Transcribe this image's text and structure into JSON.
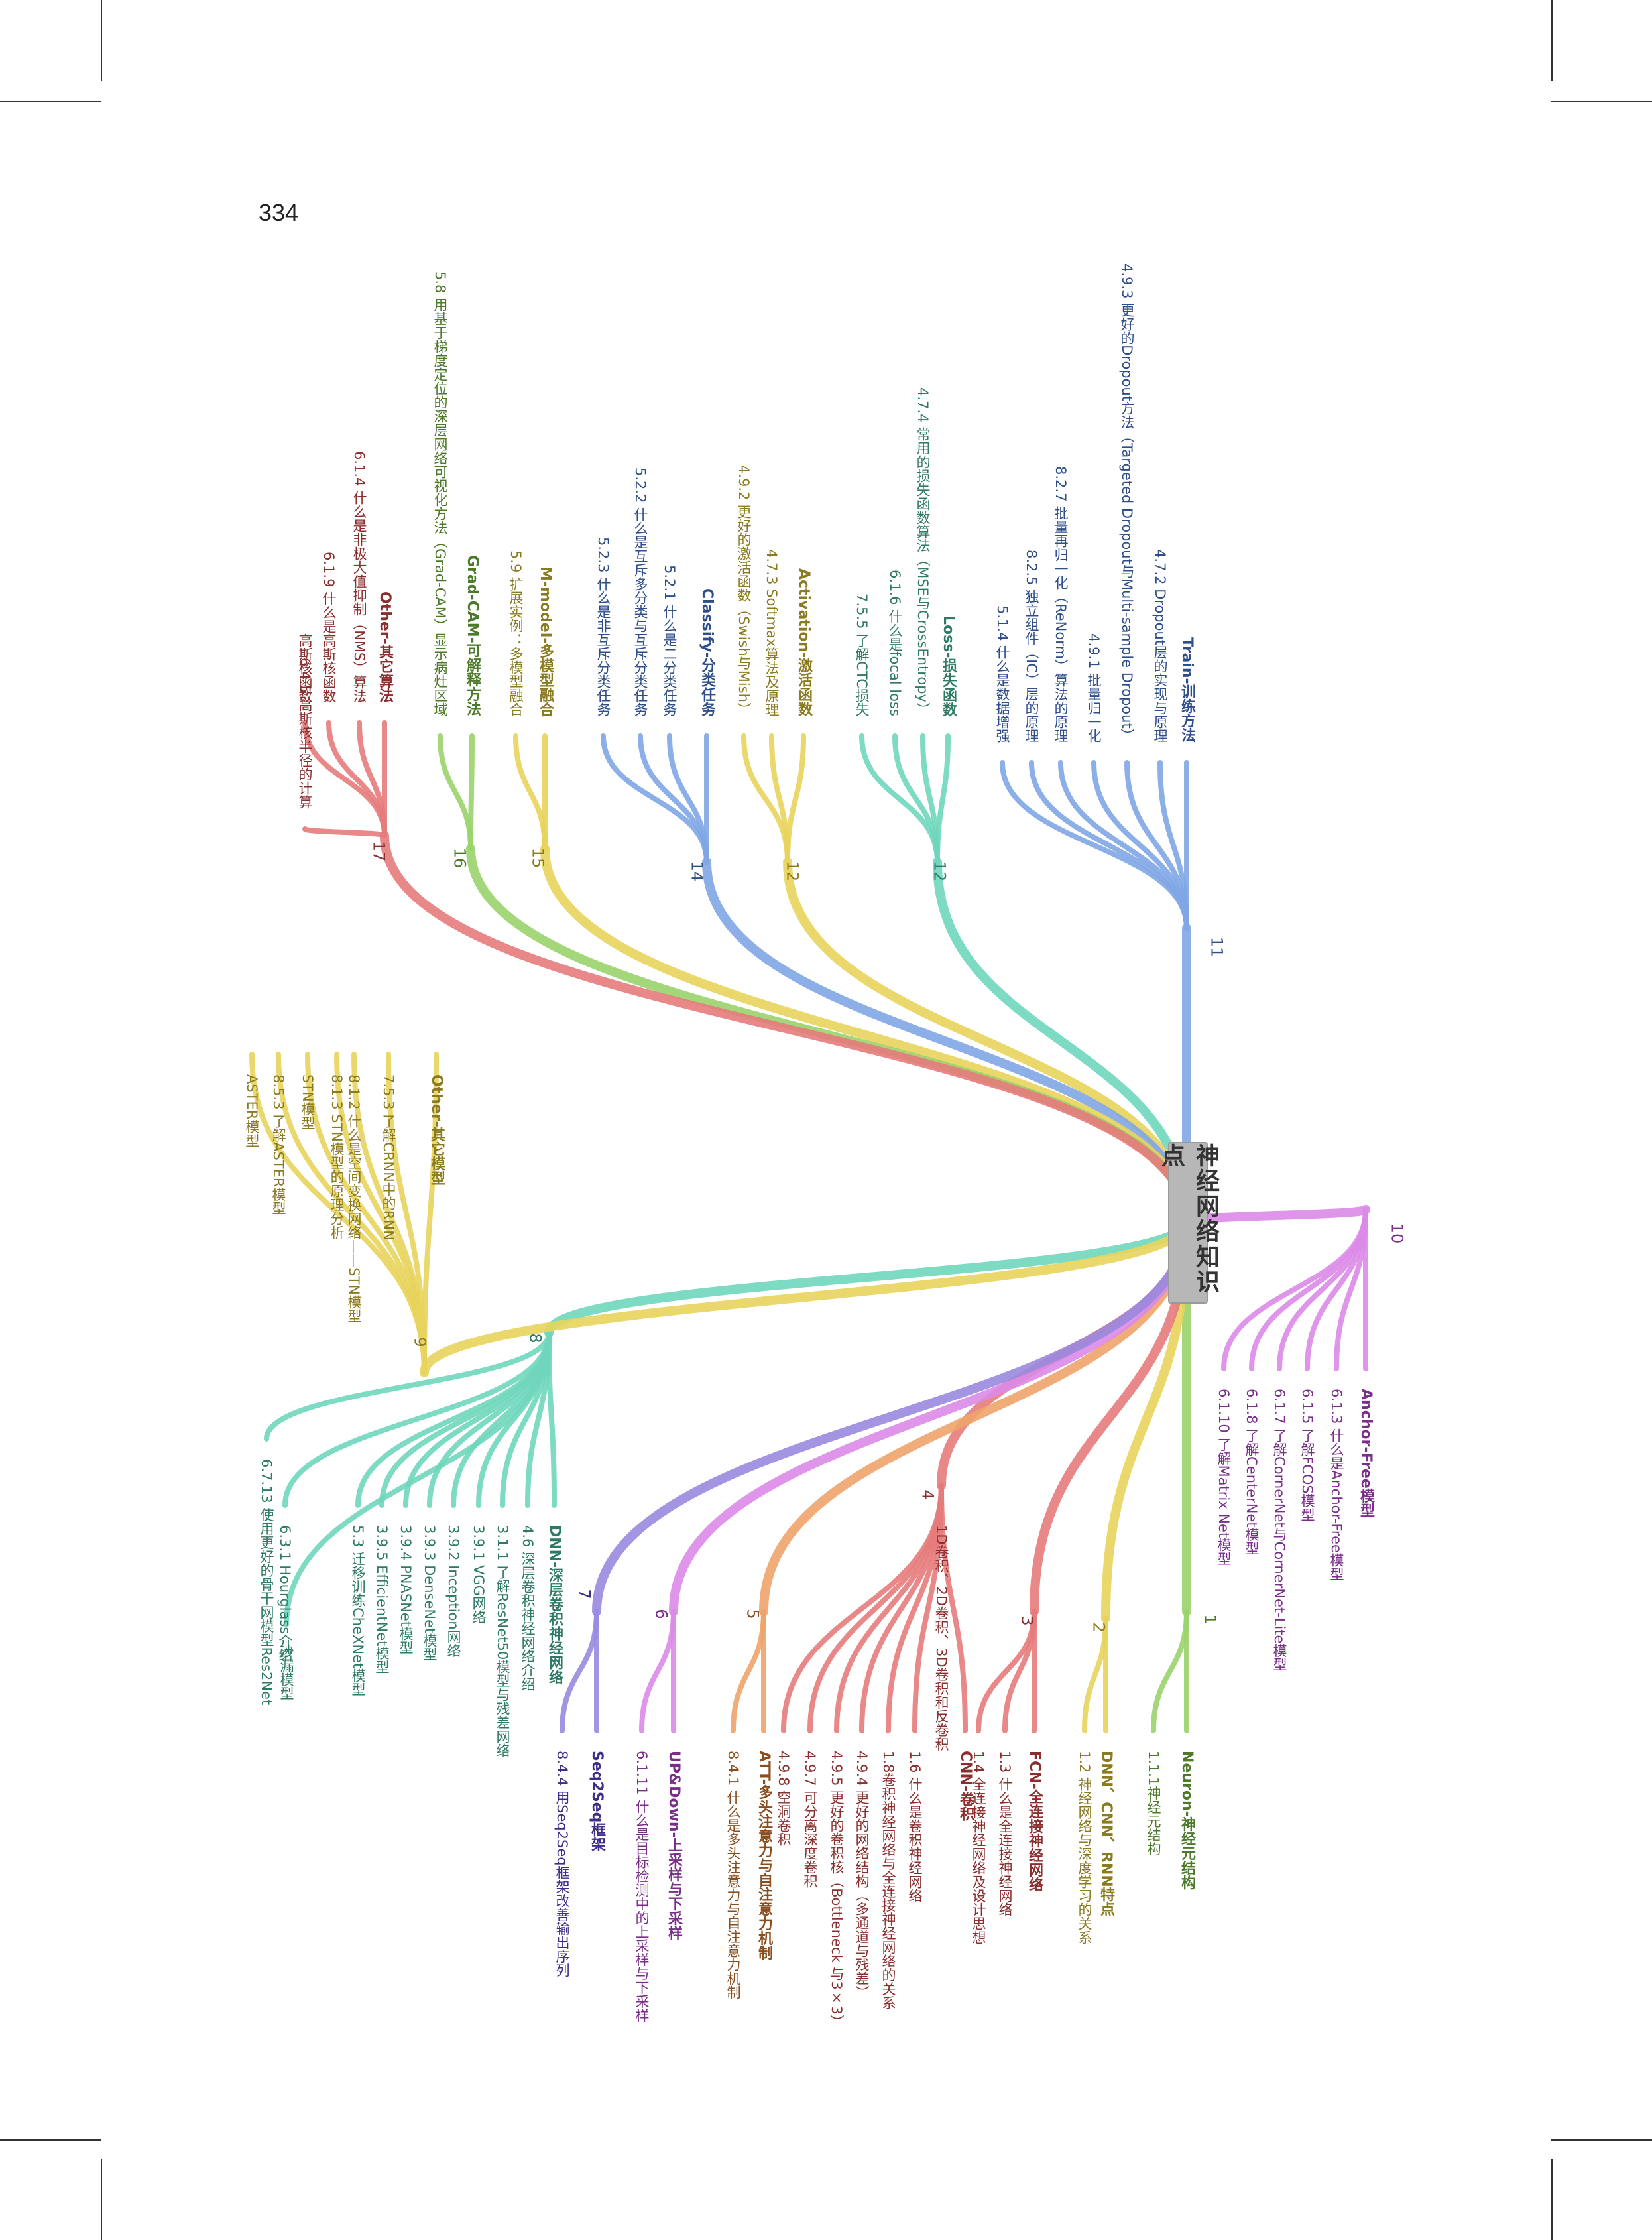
{
  "page_number": "334",
  "root": {
    "label": "神经网络知识点"
  },
  "branches": [
    {
      "id": "1",
      "number": "1",
      "color": "#9ad36a",
      "text_color": "#4d7a2a",
      "label": "Neuron-神经元结构",
      "items": [
        "1.1.1神经元结构"
      ]
    },
    {
      "id": "2",
      "number": "2",
      "color": "#e8d45c",
      "text_color": "#8a7a20",
      "label": "DNN、CNN、RNN特点",
      "items": [
        "1.2 神经网络与深度学习的关系"
      ]
    },
    {
      "id": "3",
      "number": "3",
      "color": "#e57b7b",
      "text_color": "#8a2e2e",
      "label": "FCN-全连接神经网络",
      "items": [
        "1.3 什么是全连接神经网络",
        "1.4 全连接神经网络及设计思想"
      ]
    },
    {
      "id": "4",
      "number": "4",
      "color": "#e57b7b",
      "text_color": "#8a2e2e",
      "label": "CNN-卷积",
      "items": [
        "1D卷积、2D卷积、3D卷积和反卷积",
        "1.6 什么是卷积神经网络",
        "1.8卷积神经网络与全连接神经网络的关系",
        "4.9.4 更好的网络结构（多通道与残差）",
        "4.9.5 更好的卷积核（Bottleneck 与3×3）",
        "4.9.7 可分离深度卷积",
        "4.9.8 空洞卷积"
      ]
    },
    {
      "id": "5",
      "number": "5",
      "color": "#eea36a",
      "text_color": "#8a4e1e",
      "label": "ATT-多头注意力与自注意力机制",
      "items": [
        "8.4.1 什么是多头注意力与自注意力机制"
      ]
    },
    {
      "id": "6",
      "number": "6",
      "color": "#dc8ae8",
      "text_color": "#7a2e8a",
      "label": "UP&Down-上采样与下采样",
      "items": [
        "6.1.11 什么是目标检测中的上采样与下采样"
      ]
    },
    {
      "id": "7",
      "number": "7",
      "color": "#9a8ae0",
      "text_color": "#3e2e8a",
      "label": "Seq2Seq框架",
      "items": [
        "8.4.4 用Seq2Seq框架改善输出序列"
      ]
    },
    {
      "id": "8",
      "number": "8",
      "color": "#6fd6bd",
      "text_color": "#2e7a66",
      "label": "DNN-深层卷积神经网络",
      "items": [
        "4.6 深层卷积神经网络介绍",
        "3.1.1 了解ResNet50模型与残差网络",
        "3.9.1 VGG网络",
        "3.9.2 Inception网络",
        "3.9.3 DenseNet模型",
        "3.9.4 PNASNet模型",
        "3.9.5 EfficientNet模型",
        "5.3 迁移训练CheXNet模型",
        "6.7.13 使用更好的骨干网模型Res2Net",
        "沙漏模型",
        "6.3.1 Hourglass介绍"
      ]
    },
    {
      "id": "9",
      "number": "9",
      "color": "#e8d45c",
      "text_color": "#8a7a20",
      "label": "Other-其它模型",
      "items": [
        "7.5.3 了解CRNN中的RNN",
        "8.1.2 什么是空间变换网络——STN模型",
        "8.1.3 STN模型的原理分析",
        "STN模型",
        "8.5.3 了解ASTER模型",
        "ASTER模型"
      ]
    },
    {
      "id": "10",
      "number": "10",
      "color": "#dc8ae8",
      "text_color": "#7a2e8a",
      "label": "Anchor-Free模型",
      "items": [
        "6.1.3 什么是Anchor-Free模型",
        "6.1.5 了解FCOS模型",
        "6.1.7 了解CornerNet与CornerNet-Lite模型",
        "6.1.8 了解CenterNet模型",
        "6.1.10 了解Matrix Net模型"
      ]
    },
    {
      "id": "11",
      "number": "11",
      "color": "#7fa6e6",
      "text_color": "#2e4e8a",
      "label": "Train-训练方法",
      "items": [
        "4.7.2 Dropout层的实现与原理",
        "4.9.3 更好的Dropout方法（Targeted Dropout与Multi-sample Dropout）",
        "4.9.1 批量归一化",
        "8.2.7 批量再归一化（ReNorm）算法的原理",
        "8.2.5 独立组件（IC）层的原理",
        "5.1.4 什么是数据增强"
      ]
    },
    {
      "id": "12a",
      "number": "12",
      "color": "#6fd6bd",
      "text_color": "#2e7a66",
      "label": "Loss-损失函数",
      "items": [
        "4.7.4 常用的损失函数算法（MSE与CrossEntropy）",
        "6.1.6 什么是focal loss",
        "7.5.5 了解CTC损失"
      ]
    },
    {
      "id": "12b",
      "number": "12",
      "color": "#e8d45c",
      "text_color": "#8a7a20",
      "label": "Activation-激活函数",
      "items": [
        "4.7.3 Softmax算法及原理",
        "4.9.2 更好的激活函数（Swish与Mish）"
      ]
    },
    {
      "id": "14",
      "number": "14",
      "color": "#7fa6e6",
      "text_color": "#2e4e8a",
      "label": "Classify-分类任务",
      "items": [
        "5.2.1 什么是二分类任务",
        "5.2.2 什么是互斥多分类与互斥分类任务",
        "5.2.3 什么是非互斥分类任务"
      ]
    },
    {
      "id": "15",
      "number": "15",
      "color": "#e8d45c",
      "text_color": "#8a7a20",
      "label": "M-model-多模型融合",
      "items": [
        "5.9 扩展实例：多模型融合"
      ]
    },
    {
      "id": "16",
      "number": "16",
      "color": "#9ad36a",
      "text_color": "#4d7a2a",
      "label": "Grad-CAM-可解释方法",
      "items": [
        "5.8 用基于梯度定位的深层网络可视化方法（Grad-CAM）显示病灶区域"
      ]
    },
    {
      "id": "17",
      "number": "17",
      "color": "#e57b7b",
      "text_color": "#8a2e2e",
      "label": "Other-其它算法",
      "items": [
        "6.1.4 什么是非极大值抑制（NMS）算法",
        "6.1.9 什么是高斯核函数",
        "6.4.5 高斯核半径的计算",
        "高斯核函数"
      ]
    }
  ]
}
